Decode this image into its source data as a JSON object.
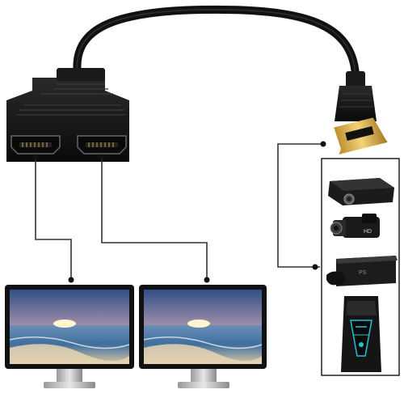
{
  "product": {
    "device_labels": [
      "projector",
      "camcorder",
      "game-console",
      "desktop-pc"
    ]
  },
  "colors": {
    "background": "#ffffff",
    "cable": "#111111",
    "connector_line": "#333333",
    "sky_top": "#3a5f94",
    "sky_glow": "#f4b25a",
    "sea": "#4a7da8"
  },
  "camcorder_brand_text": "HD"
}
